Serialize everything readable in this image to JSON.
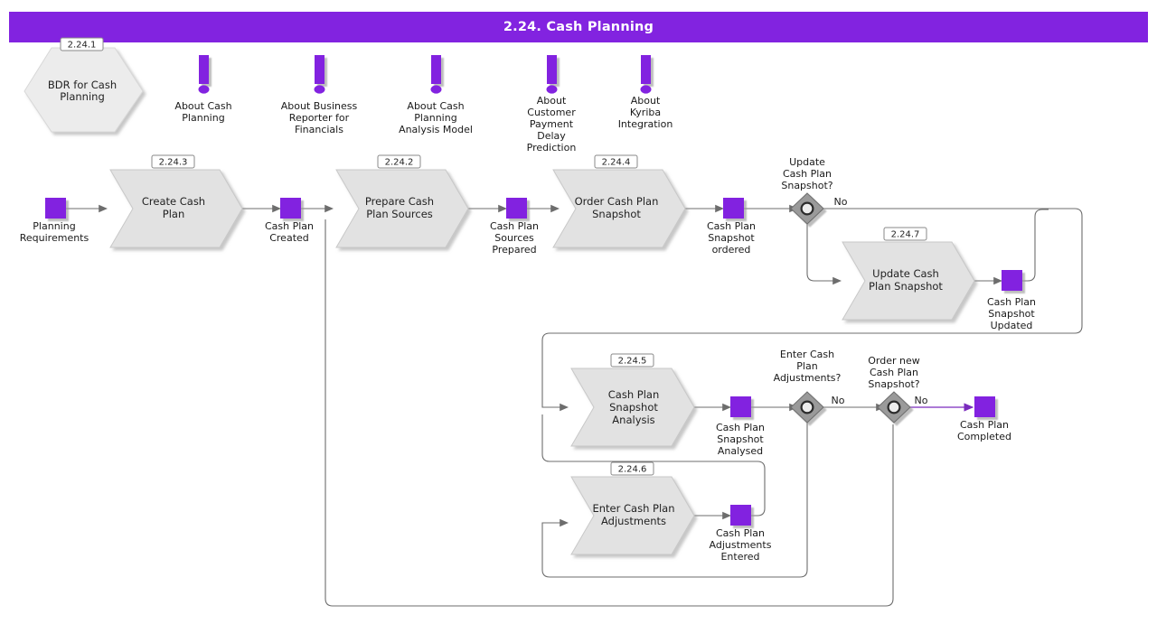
{
  "header": {
    "title": "2.24. Cash Planning",
    "accent": "#8223e0"
  },
  "palette": {
    "accent_purple": "#8223e0",
    "shape_gray": "#e2e2e2",
    "hex_gray": "#ececec",
    "line_gray": "#6d6d6d",
    "line_purple": "#7a2bbd"
  },
  "hexagon": {
    "code": "2.24.1",
    "label_line1": "BDR for Cash",
    "label_line2": "Planning"
  },
  "annotations": [
    {
      "icon": "exclamation-icon",
      "lines": [
        "About Cash",
        "Planning"
      ]
    },
    {
      "icon": "exclamation-icon",
      "lines": [
        "About Business",
        "Reporter for",
        "Financials"
      ]
    },
    {
      "icon": "exclamation-icon",
      "lines": [
        "About Cash",
        "Planning",
        "Analysis Model"
      ]
    },
    {
      "icon": "exclamation-icon",
      "lines": [
        "About",
        "Customer",
        "Payment",
        "Delay",
        "Prediction"
      ]
    },
    {
      "icon": "exclamation-icon",
      "lines": [
        "About",
        "Kyriba",
        "Integration"
      ]
    }
  ],
  "activities": [
    {
      "code": "2.24.3",
      "lines": [
        "Create Cash",
        "Plan"
      ]
    },
    {
      "code": "2.24.2",
      "lines": [
        "Prepare Cash",
        "Plan Sources"
      ]
    },
    {
      "code": "2.24.4",
      "lines": [
        "Order Cash Plan",
        "Snapshot"
      ]
    },
    {
      "code": "2.24.7",
      "lines": [
        "Update Cash",
        "Plan Snapshot"
      ]
    },
    {
      "code": "2.24.5",
      "lines": [
        "Cash Plan",
        "Snapshot",
        "Analysis"
      ]
    },
    {
      "code": "2.24.6",
      "lines": [
        "Enter Cash Plan",
        "Adjustments"
      ]
    }
  ],
  "events": [
    {
      "name": "planning-requirements",
      "lines": [
        "Planning",
        "Requirements"
      ]
    },
    {
      "name": "cash-plan-created",
      "lines": [
        "Cash Plan",
        "Created"
      ]
    },
    {
      "name": "cash-plan-sources-prepared",
      "lines": [
        "Cash Plan",
        "Sources",
        "Prepared"
      ]
    },
    {
      "name": "cash-plan-snapshot-ordered",
      "lines": [
        "Cash Plan",
        "Snapshot",
        "ordered"
      ]
    },
    {
      "name": "cash-plan-snapshot-updated",
      "lines": [
        "Cash Plan",
        "Snapshot",
        "Updated"
      ]
    },
    {
      "name": "cash-plan-snapshot-analysed",
      "lines": [
        "Cash Plan",
        "Snapshot",
        "Analysed"
      ]
    },
    {
      "name": "cash-plan-adjustments-entered",
      "lines": [
        "Cash Plan",
        "Adjustments",
        "Entered"
      ]
    },
    {
      "name": "cash-plan-completed",
      "lines": [
        "Cash Plan",
        "Completed"
      ]
    }
  ],
  "gateways": [
    {
      "name": "update-cash-plan-snapshot",
      "lines": [
        "Update",
        "Cash Plan",
        "Snapshot?"
      ],
      "branch_label": "No"
    },
    {
      "name": "enter-cash-plan-adjustments",
      "lines": [
        "Enter Cash",
        "Plan",
        "Adjustments?"
      ],
      "branch_label": "No"
    },
    {
      "name": "order-new-cash-plan-snapshot",
      "lines": [
        "Order new",
        "Cash Plan",
        "Snapshot?"
      ],
      "branch_label": "No"
    }
  ]
}
